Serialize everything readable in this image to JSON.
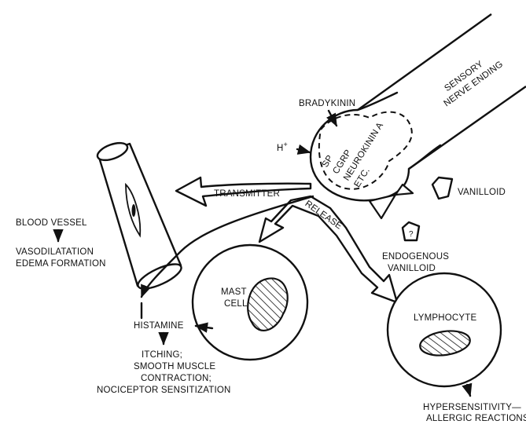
{
  "labels": {
    "sensory_nerve_ending": [
      "SENSORY",
      "NERVE ENDING"
    ],
    "bradykinin": "BRADYKININ",
    "proton": "H",
    "proton_superscript": "+",
    "vesicle_contents": [
      "SP",
      "CGRP",
      "NEUROKININ A",
      "ETC."
    ],
    "vanilloid": "VANILLOID",
    "endogenous_vanilloid": [
      "ENDOGENOUS",
      "VANILLOID"
    ],
    "endogenous_vanilloid_mark": "?",
    "transmitter": "TRANSMITTER",
    "release": "RELEASE",
    "blood_vessel": "BLOOD VESSEL",
    "vessel_effects": [
      "VASODILATATION",
      "EDEMA FORMATION"
    ],
    "mast_cell": [
      "MAST",
      "CELL"
    ],
    "histamine": "HISTAMINE",
    "histamine_effects": [
      "ITCHING;",
      "SMOOTH MUSCLE",
      "CONTRACTION;",
      "NOCICEPTOR SENSITIZATION"
    ],
    "lymphocyte": "LYMPHOCYTE",
    "lymphocyte_effects": [
      "HYPERSENSITIVITY—",
      "ALLERGIC REACTIONS"
    ]
  }
}
